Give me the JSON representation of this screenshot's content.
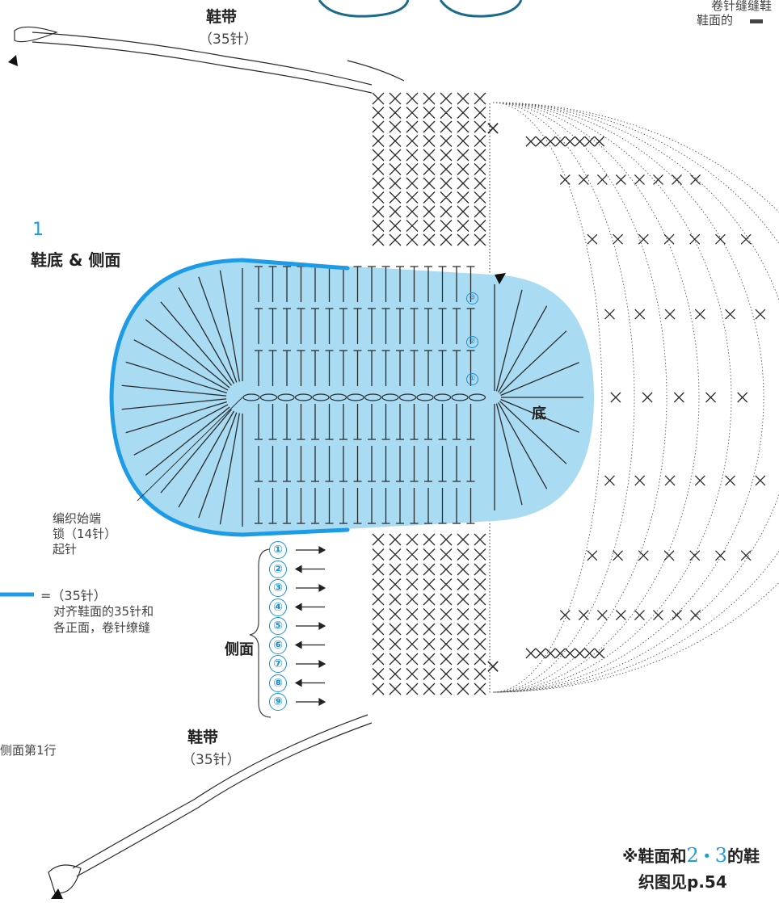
{
  "corner_text": {
    "line1": "卷针缝缝鞋",
    "line2": "鞋面的"
  },
  "strap_top": {
    "label": "鞋带",
    "count": "（35针）"
  },
  "strap_bottom": {
    "label": "鞋带",
    "count": "（35针）"
  },
  "part": {
    "number": "1",
    "title": "鞋底 & 侧面"
  },
  "bottom_label": "底",
  "side_label": "侧面",
  "start_note": {
    "line1": "编织始端",
    "line2": "锁（14针）",
    "line3": "起针"
  },
  "legend": {
    "count": "=（35针）",
    "line1": "对齐鞋面的35针和",
    "line2": "各正面，卷针缭缝"
  },
  "left_note": "侧面第1行",
  "inner_rows": [
    "①",
    "②",
    "③"
  ],
  "side_rows": [
    "①",
    "②",
    "③",
    "④",
    "⑤",
    "⑥",
    "⑦",
    "⑧",
    "⑨"
  ],
  "footnote": {
    "prefix": "※鞋面和",
    "n2": "2",
    "dot": "・",
    "n3": "3",
    "suffix": "的鞋",
    "line2": "织图见p.54"
  },
  "colors": {
    "blue_fill": "#a9dcf3",
    "blue_line": "#1e9be6",
    "ink": "#2a2a2a"
  }
}
